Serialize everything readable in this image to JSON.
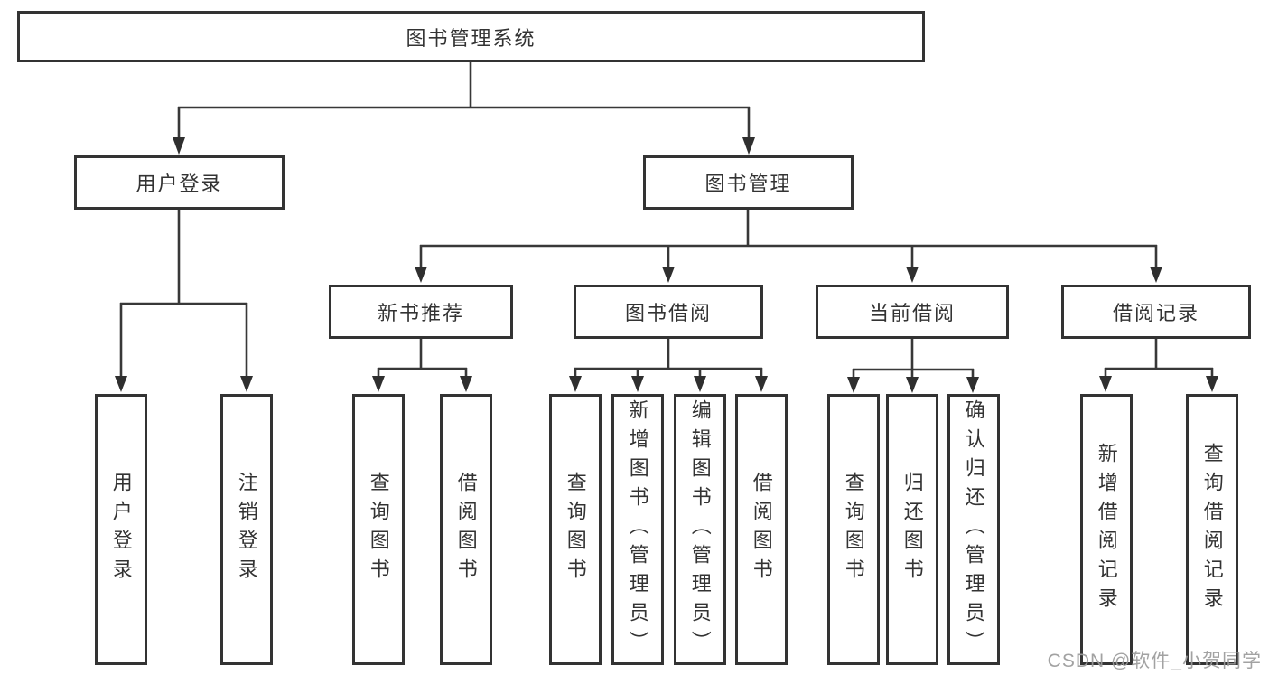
{
  "root": {
    "label": "图书管理系统"
  },
  "branches": [
    {
      "label": "用户登录",
      "children": [
        {
          "label": "用户登录"
        },
        {
          "label": "注销登录"
        }
      ]
    },
    {
      "label": "图书管理",
      "children": [
        {
          "label": "新书推荐",
          "children": [
            {
              "label": "查询图书"
            },
            {
              "label": "借阅图书"
            }
          ]
        },
        {
          "label": "图书借阅",
          "children": [
            {
              "label": "查询图书"
            },
            {
              "label": "新增图书（管理员）"
            },
            {
              "label": "编辑图书（管理员）"
            },
            {
              "label": "借阅图书"
            }
          ]
        },
        {
          "label": "当前借阅",
          "children": [
            {
              "label": "查询图书"
            },
            {
              "label": "归还图书"
            },
            {
              "label": "确认归还（管理员）"
            }
          ]
        },
        {
          "label": "借阅记录",
          "children": [
            {
              "label": "新增借阅记录"
            },
            {
              "label": "查询借阅记录"
            }
          ]
        }
      ]
    }
  ],
  "watermark": "CSDN @软件_小贺同学",
  "colors": {
    "line": "#383838",
    "border": "#333333",
    "text": "#333333",
    "watermark": "#9b9b9b",
    "background": "#ffffff"
  }
}
